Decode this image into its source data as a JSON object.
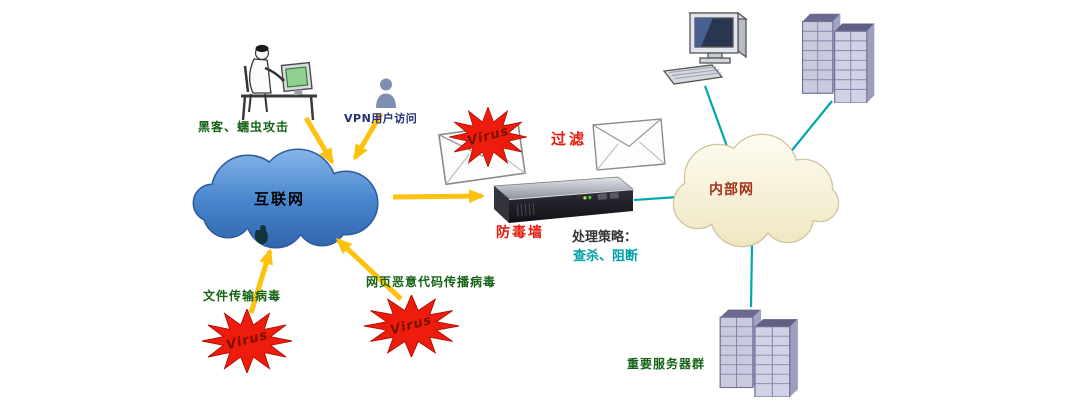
{
  "diagram": {
    "internet_cloud": {
      "label": "互联网"
    },
    "intranet_cloud": {
      "label": "内部网"
    },
    "attackers": {
      "hacker_label": "黑客、蠕虫攻击",
      "vpn_label": "VPN用户访问",
      "file_virus_label": "文件传输病毒",
      "web_virus_label": "网页恶意代码传播病毒",
      "virus_badge": "Virus"
    },
    "firewall": {
      "name": "防毒墙",
      "filter_label": "过滤",
      "policy_title": "处理策略：",
      "policy_actions": "查杀、阻断"
    },
    "servers": {
      "group_label": "重要服务器群"
    },
    "colors": {
      "arrow_yellow": "#fec10d",
      "line_teal": "#00a7ad",
      "virus_red": "#ee1c0c",
      "internet_blue": "#3f7cc4",
      "intranet_cream": "#f6efd2",
      "label_green": "#156315",
      "label_red": "#e8190b",
      "label_navy": "#223076",
      "policy_teal": "#00a0a8",
      "intranet_text": "#a3321b"
    }
  }
}
